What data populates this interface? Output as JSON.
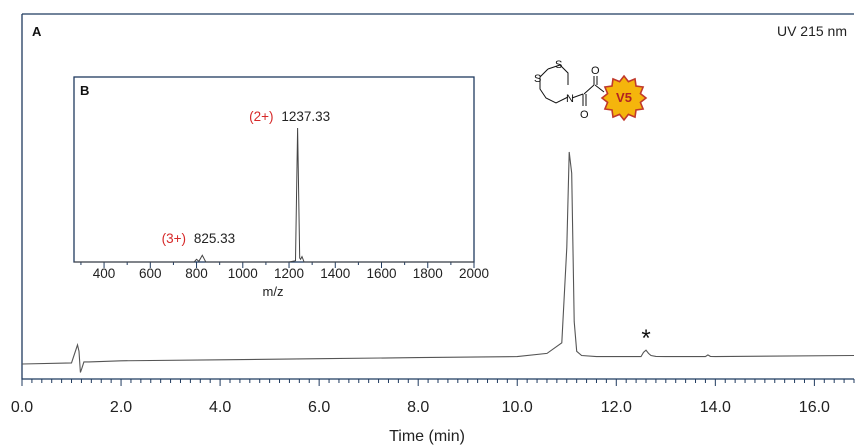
{
  "chart_data": [
    {
      "panel": "A",
      "type": "line",
      "annotation": "UV 215 nm",
      "xlabel": "Time (min)",
      "ylabel": "",
      "xlim": [
        0.0,
        16.8
      ],
      "xticks": [
        "0.0",
        "2.0",
        "4.0",
        "6.0",
        "8.0",
        "10.0",
        "12.0",
        "14.0",
        "16.0"
      ],
      "grid": false,
      "series": [
        {
          "x": [
            0.0,
            1.0,
            1.12,
            1.15,
            1.18,
            1.21,
            1.25,
            1.35,
            2.0,
            4.0,
            6.0,
            8.0,
            10.0,
            10.6,
            10.9,
            11.0,
            11.05,
            11.1,
            11.15,
            11.2,
            11.3,
            11.6,
            12.0,
            12.5,
            12.55,
            12.6,
            12.65,
            12.7,
            12.8,
            13.0,
            13.8,
            13.85,
            13.9,
            14.0,
            16.8
          ],
          "y": [
            0.0,
            0.005,
            0.09,
            0.06,
            -0.04,
            -0.02,
            0.01,
            0.01,
            0.015,
            0.02,
            0.025,
            0.03,
            0.035,
            0.05,
            0.1,
            0.55,
            1.0,
            0.9,
            0.2,
            0.06,
            0.04,
            0.035,
            0.035,
            0.035,
            0.055,
            0.065,
            0.05,
            0.04,
            0.036,
            0.035,
            0.035,
            0.043,
            0.036,
            0.035,
            0.04
          ]
        }
      ],
      "peak_marker": {
        "label": "*",
        "x": 12.6
      },
      "structure": {
        "atoms": [
          "S",
          "S",
          "N",
          "O",
          "O"
        ],
        "badge": "V5"
      }
    },
    {
      "panel": "B",
      "type": "line",
      "xlabel": "m/z",
      "ylabel": "",
      "xlim": [
        270,
        2000
      ],
      "xticks": [
        "400",
        "600",
        "800",
        "1000",
        "1200",
        "1400",
        "1600",
        "1800",
        "2000"
      ],
      "series": [
        {
          "x": [
            270,
            790,
            800,
            810,
            825,
            840,
            1200,
            1228,
            1237,
            1246,
            1250,
            1256,
            1265,
            2000
          ],
          "y": [
            0.0,
            0.0,
            0.02,
            0.005,
            0.05,
            0.0,
            0.0,
            0.01,
            1.0,
            0.03,
            0.02,
            0.04,
            0.0,
            0.0
          ]
        }
      ],
      "peak_labels": [
        {
          "x": 1237.33,
          "charge": "(2+)",
          "value": "1237.33"
        },
        {
          "x": 825.33,
          "charge": "(3+)",
          "value": "825.33"
        }
      ]
    }
  ],
  "colors": {
    "trace": "#555555",
    "axis": "#1f3a5f",
    "charge_label": "#d62828",
    "badge_fill": "#f5b50c",
    "badge_stroke": "#c0392b",
    "badge_text": "#b22222"
  }
}
